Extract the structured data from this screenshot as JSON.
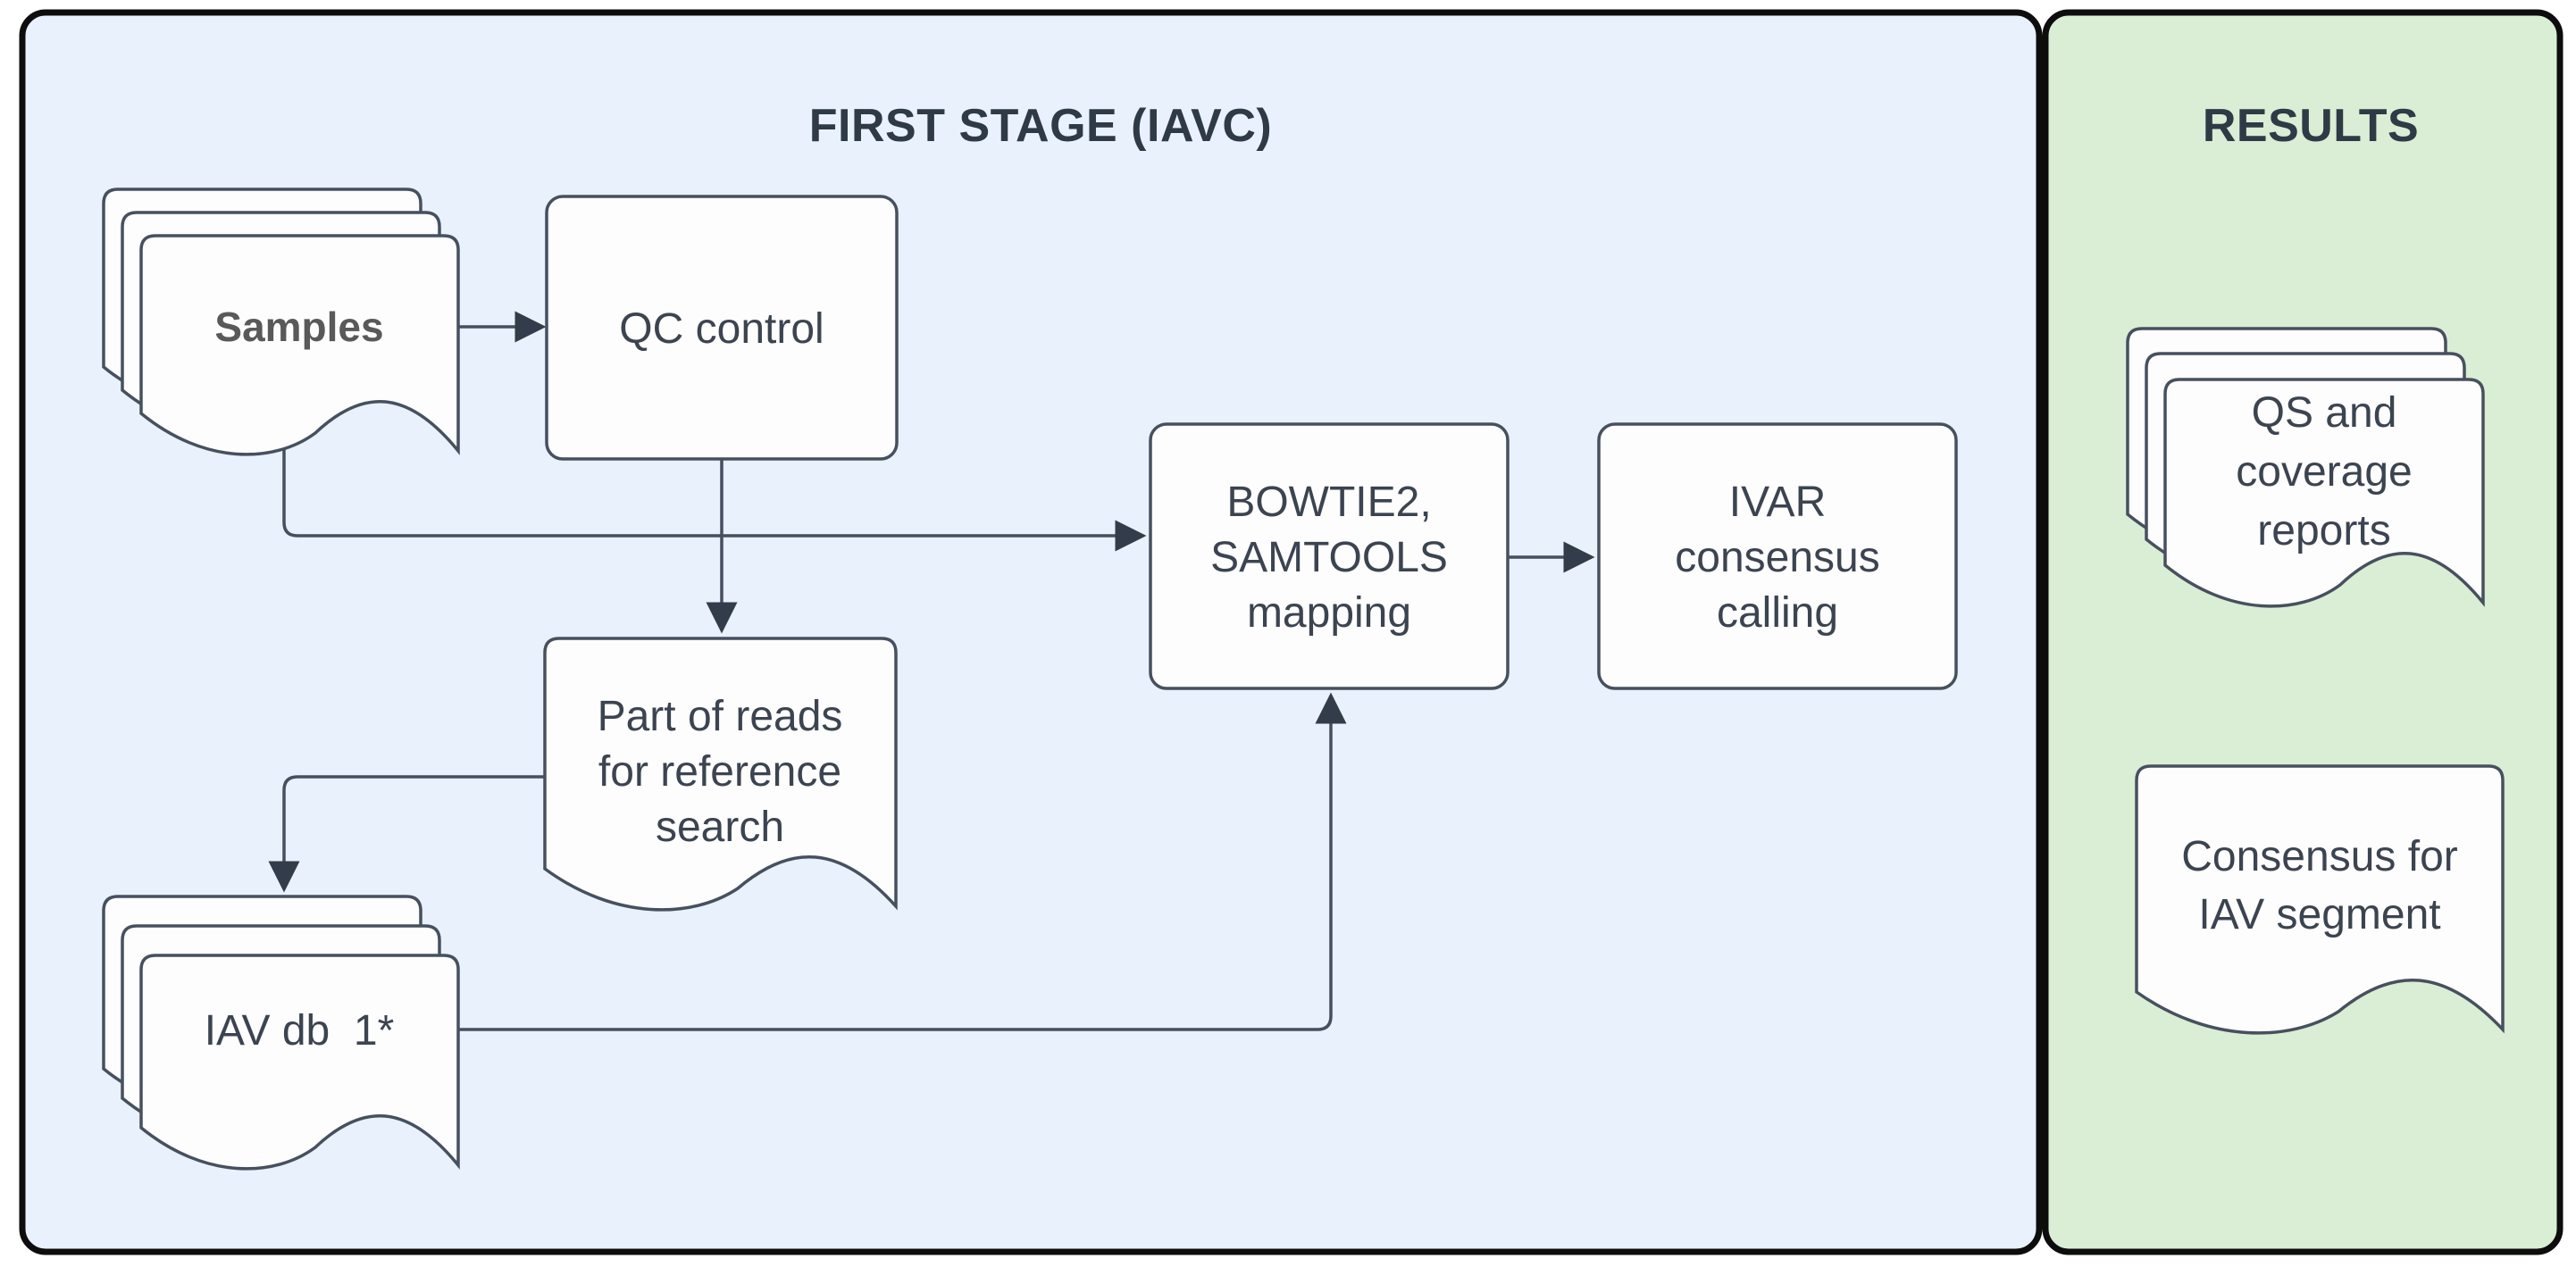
{
  "diagram": {
    "first_stage": {
      "title": "FIRST STAGE (IAVC)",
      "bg_color": "#e9f1fc",
      "nodes": {
        "samples": {
          "label": "Samples",
          "shape": "document-stack"
        },
        "qc": {
          "label": "QC control",
          "shape": "process"
        },
        "bowtie": {
          "lines": [
            "BOWTIE2,",
            "SAMTOOLS",
            "mapping"
          ],
          "shape": "process"
        },
        "ivar": {
          "lines": [
            "IVAR",
            "consensus",
            "calling"
          ],
          "shape": "process"
        },
        "part_of_reads": {
          "lines": [
            "Part of reads",
            "for reference",
            "search"
          ],
          "shape": "document"
        },
        "iav_db": {
          "label": "IAV db  1*",
          "shape": "document-stack"
        }
      },
      "edges": [
        {
          "from": "samples",
          "to": "qc"
        },
        {
          "from": "samples",
          "to": "bowtie"
        },
        {
          "from": "qc",
          "to": "part_of_reads"
        },
        {
          "from": "part_of_reads",
          "to": "iav_db"
        },
        {
          "from": "iav_db",
          "to": "bowtie"
        },
        {
          "from": "bowtie",
          "to": "ivar"
        }
      ]
    },
    "results": {
      "title": "RESULTS",
      "bg_color": "#d9eed4",
      "nodes": {
        "qs_reports": {
          "lines": [
            "QS and",
            "coverage",
            "reports"
          ],
          "shape": "document-stack"
        },
        "consensus": {
          "lines": [
            "Consensus for",
            "IAV segment"
          ],
          "shape": "document"
        }
      }
    },
    "colors": {
      "panel_border": "#0d0d0d",
      "shape_fill": "#fdfdfe",
      "shape_stroke": "#46505f",
      "edge_stroke": "#454f5e",
      "arrowhead": "#323c4a",
      "title_text": "#2e3a46",
      "label_text": "#3b4450",
      "samples_label_text": "#595959"
    }
  }
}
